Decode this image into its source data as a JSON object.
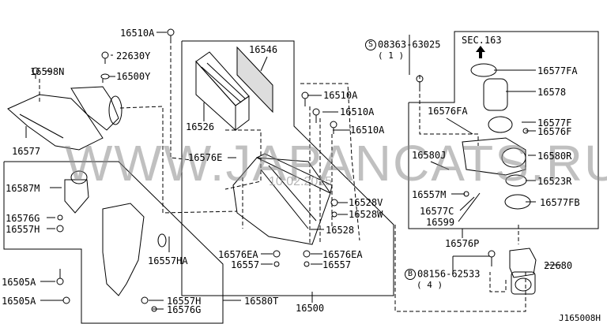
{
  "diagram": {
    "title": "Air Cleaner Assembly",
    "section_ref": "SEC.163",
    "diagram_code": "J165008H",
    "watermark": "WWW.JAPANCATS.RU",
    "date_stamp": "10.02.2015",
    "parts": {
      "p16510A_top": "16510A",
      "p22630Y": "22630Y",
      "p16500Y": "16500Y",
      "p16598N": "16598N",
      "p16577": "16577",
      "p16546": "16546",
      "p16526": "16526",
      "p16576E": "16576E",
      "p16510A_1": "16510A",
      "p16510A_2": "16510A",
      "p16510A_3": "16510A",
      "p16528V": "16528V",
      "p16528W": "16528W",
      "p16528": "16528",
      "p16576EA_l": "16576EA",
      "p16557_l": "16557",
      "p16576EA_r": "16576EA",
      "p16557_r": "16557",
      "p16580T": "16580T",
      "p16500": "16500",
      "p16587M": "16587M",
      "p16576G_t": "16576G",
      "p16557H_t": "16557H",
      "p16557HA": "16557HA",
      "p16505A_1": "16505A",
      "p16505A_2": "16505A",
      "p16557H_b": "16557H",
      "p16576G_b": "16576G",
      "p16577FA": "16577FA",
      "p16578": "16578",
      "p16576FA": "16576FA",
      "p16577F": "16577F",
      "p16576F": "16576F",
      "p16580J": "16580J",
      "p16580R": "16580R",
      "p16523R": "16523R",
      "p16557M": "16557M",
      "p16577FB": "16577FB",
      "p16577C": "16577C",
      "p16599": "16599",
      "p16576P": "16576P",
      "p22680": "22680"
    },
    "fasteners": [
      {
        "symbol": "S",
        "part": "08363-63025",
        "qty": "( 1 )"
      },
      {
        "symbol": "B",
        "part": "08156-62533",
        "qty": "( 4 )"
      }
    ],
    "colors": {
      "line": "#000000",
      "background": "#ffffff",
      "watermark": "#8c8c8c"
    }
  }
}
